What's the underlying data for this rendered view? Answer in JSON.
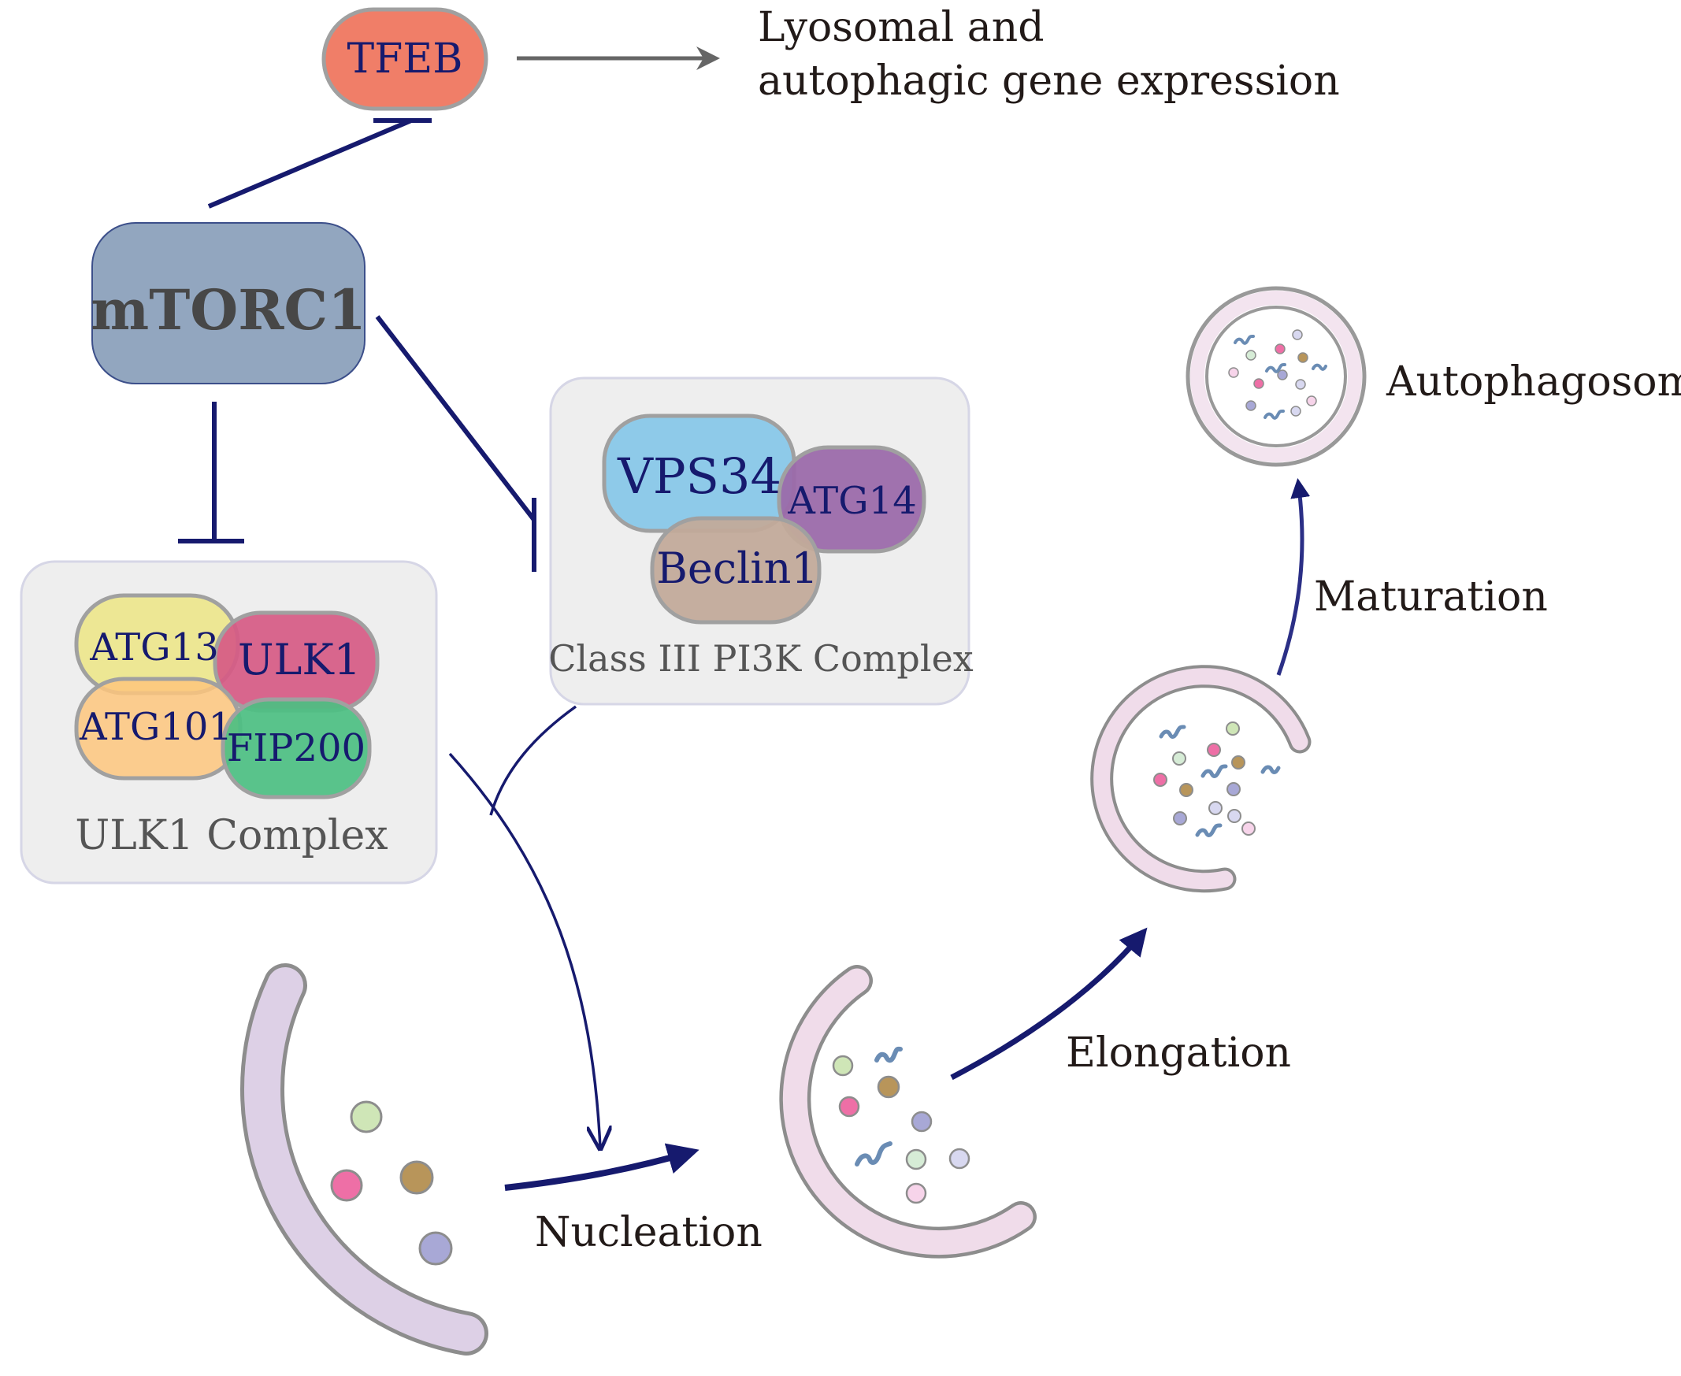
{
  "colors": {
    "navy": "#161a6e",
    "gray_arrow": "#666666",
    "tfeb": "#f07e68",
    "mtorc1": "#92a6bf",
    "atg13": "#ece58a",
    "ulk1": "#d65a84",
    "atg101": "#fdc57c",
    "fip200": "#4cbf82",
    "vps34": "#8ecae9",
    "atg14": "#9b6aaa",
    "beclin1": "#c2aa9a",
    "complex_bg": "#eeeeee",
    "membrane_lilac": "#ddd0e6",
    "membrane_pink": "#f0dcea",
    "outline": "#909090"
  },
  "labels": {
    "tfeb": "TFEB",
    "gene_expression_line1": "Lyosomal and",
    "gene_expression_line2": "autophagic gene expression",
    "mtorc1": "mTORC1",
    "ulk1_complex": {
      "title": "ULK1 Complex",
      "atg13": "ATG13",
      "ulk1": "ULK1",
      "atg101": "ATG101",
      "fip200": "FIP200"
    },
    "pi3k_complex": {
      "title": "Class III PI3K Complex",
      "vps34": "VPS34",
      "atg14": "ATG14",
      "beclin1": "Beclin1"
    },
    "nucleation": "Nucleation",
    "elongation": "Elongation",
    "maturation": "Maturation",
    "autophagosome": "Autophagosome"
  }
}
